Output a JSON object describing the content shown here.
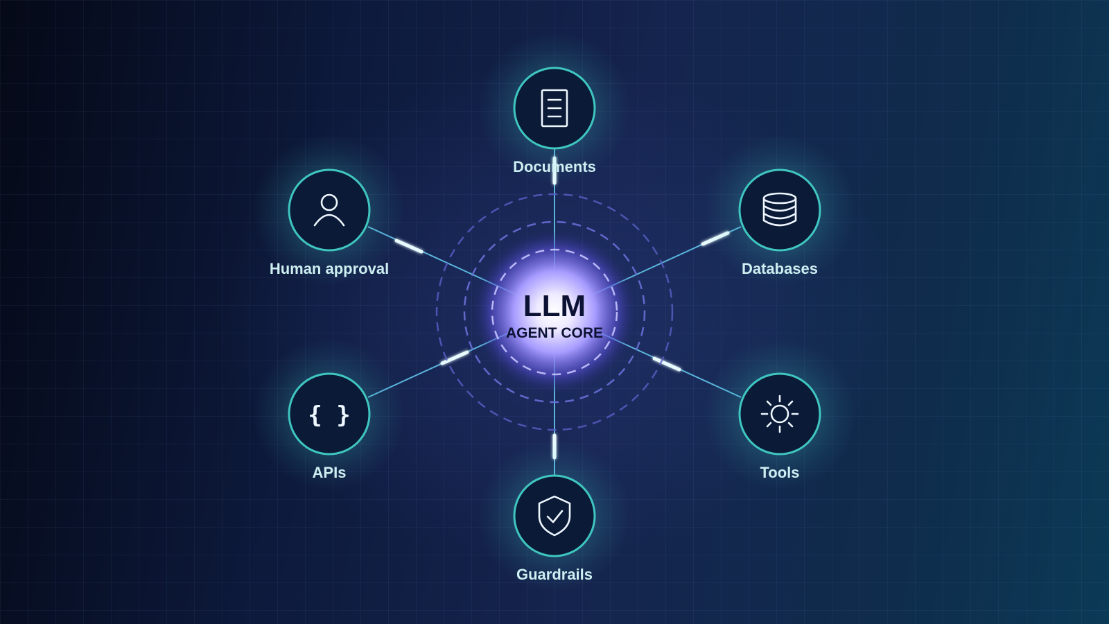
{
  "core": {
    "title": "LLM",
    "subtitle": "AGENT CORE"
  },
  "nodes": [
    {
      "id": "documents",
      "label": "Documents",
      "icon": "document-icon"
    },
    {
      "id": "human-approval",
      "label": "Human approval",
      "icon": "user-icon"
    },
    {
      "id": "databases",
      "label": "Databases",
      "icon": "database-icon"
    },
    {
      "id": "apis",
      "label": "APIs",
      "icon": "braces-icon"
    },
    {
      "id": "tools",
      "label": "Tools",
      "icon": "gear-icon"
    },
    {
      "id": "guardrails",
      "label": "Guardrails",
      "icon": "shield-check-icon"
    }
  ],
  "colors": {
    "background": "#0d1a3c",
    "node_stroke": "#3fc6c0",
    "node_fill": "#0b1a36",
    "connector": "#5ab4dc",
    "label": "#cdeff2",
    "core_glow": "#8a80ff",
    "ring": "#6a6fd8"
  }
}
